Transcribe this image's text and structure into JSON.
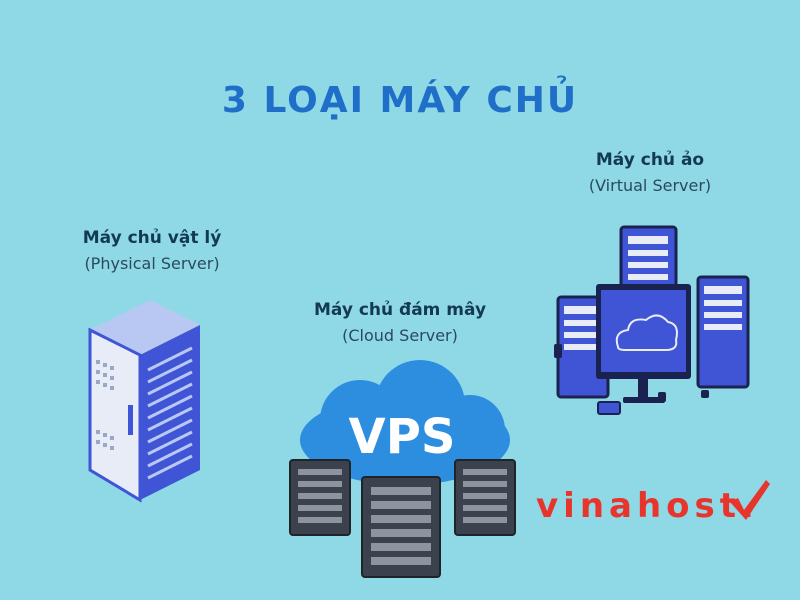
{
  "title": "3 LOẠI MÁY CHỦ",
  "physical": {
    "name": "Máy chủ vật lý",
    "sub": "(Physical Server)",
    "icon": "rack-server-icon"
  },
  "cloud": {
    "name": "Máy chủ đám mây",
    "sub": "(Cloud Server)",
    "badge": "VPS",
    "icon": "cloud-server-icon"
  },
  "virtual": {
    "name": "Máy chủ ảo",
    "sub": "(Virtual Server)",
    "icon": "virtual-server-icon"
  },
  "brand": {
    "text": "vinahost.",
    "color": "#e8352b"
  },
  "colors": {
    "background": "#8fd8e6",
    "title": "#1f6ec8",
    "server_body": "#3f55d6",
    "cloud": "#2d8ee0"
  }
}
